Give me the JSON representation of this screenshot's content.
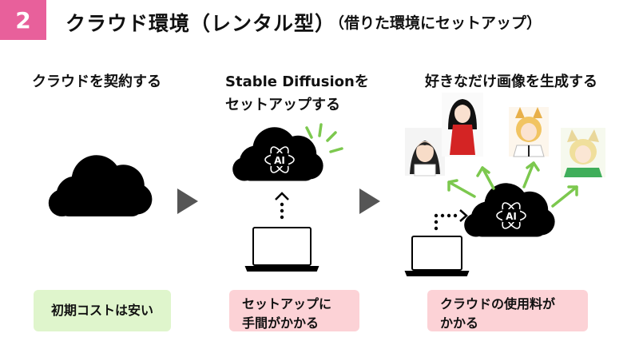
{
  "header": {
    "number": "2",
    "title": "クラウド環境（レンタル型）",
    "subtitle": "（借りた環境にセットアップ）"
  },
  "steps": [
    {
      "lines": [
        "クラウドを契約する"
      ]
    },
    {
      "lines": [
        "Stable Diffusionを",
        "セットアップする"
      ]
    },
    {
      "lines": [
        "好きなだけ画像を生成する"
      ]
    }
  ],
  "notes": [
    {
      "lines": [
        "初期コストは安い"
      ],
      "tone": "pros",
      "color": "#dff5cc"
    },
    {
      "lines": [
        "セットアップに",
        "手間がかかる"
      ],
      "tone": "cons",
      "color": "#fcd2d6"
    },
    {
      "lines": [
        "クラウドの使用料が",
        "かかる"
      ],
      "tone": "cons",
      "color": "#fcd2d6"
    }
  ],
  "cloud_badge": "AI",
  "colors": {
    "accent": "#e8609b",
    "arrow_green": "#7cc84e",
    "step_arrow": "#555555",
    "cloud": "#000000"
  },
  "icons": [
    "cloud-icon",
    "ai-cloud-icon",
    "laptop-icon",
    "step-arrow-icon",
    "dotted-arrow-icon",
    "generated-portrait"
  ]
}
